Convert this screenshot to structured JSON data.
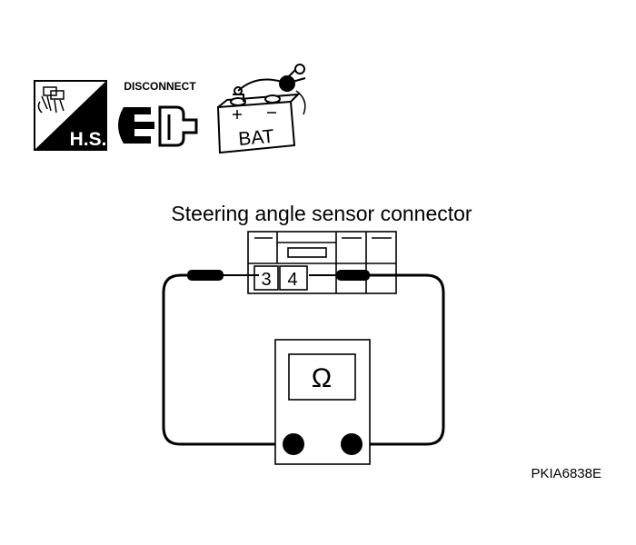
{
  "icons": {
    "hs_label": "H.S.",
    "disconnect_label": "DISCONNECT",
    "battery_label": "BAT"
  },
  "diagram": {
    "title": "Steering angle sensor connector",
    "pin_left": "3",
    "pin_right": "4",
    "meter_symbol": "Ω"
  },
  "figure_code": "PKIA6838E"
}
